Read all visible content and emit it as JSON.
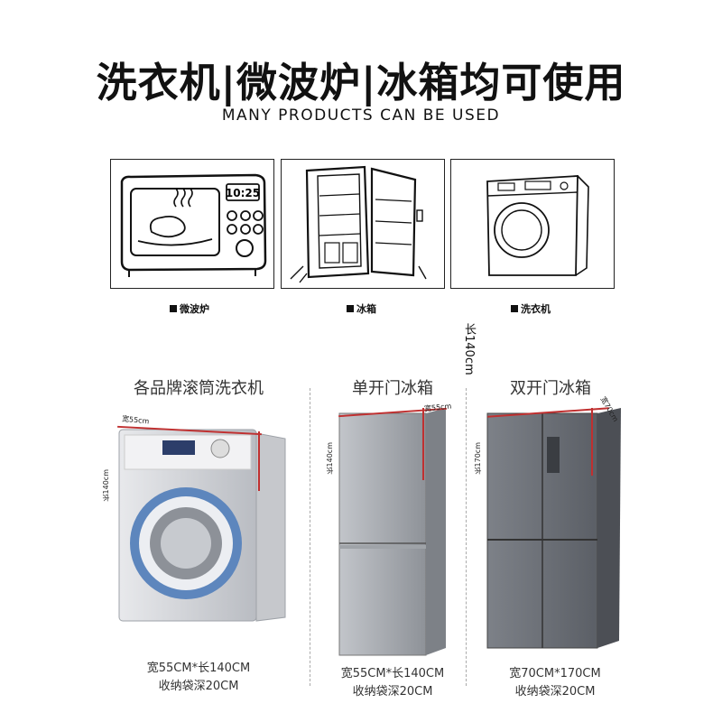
{
  "title": "洗衣机|微波炉|冰箱均可使用",
  "subtitle": "MANY PRODUCTS CAN BE USED",
  "panels": [
    {
      "label": "微波炉",
      "clock": "10:25"
    },
    {
      "label": "冰箱"
    },
    {
      "label": "洗衣机"
    }
  ],
  "height_note": "长140cm",
  "products": [
    {
      "label": "各品牌滚筒洗衣机",
      "width_dim": "宽55cm",
      "height_dim": "长140cm",
      "caption_line1": "宽55CM*长140CM",
      "caption_line2": "收纳袋深20CM"
    },
    {
      "label": "单开门冰箱",
      "width_dim": "宽55cm",
      "height_dim": "长140cm",
      "caption_line1": "宽55CM*长140CM",
      "caption_line2": "收纳袋深20CM"
    },
    {
      "label": "双开门冰箱",
      "width_dim": "宽70cm",
      "height_dim": "长170cm",
      "caption_line1": "宽70CM*170CM",
      "caption_line2": "收纳袋深20CM"
    }
  ]
}
